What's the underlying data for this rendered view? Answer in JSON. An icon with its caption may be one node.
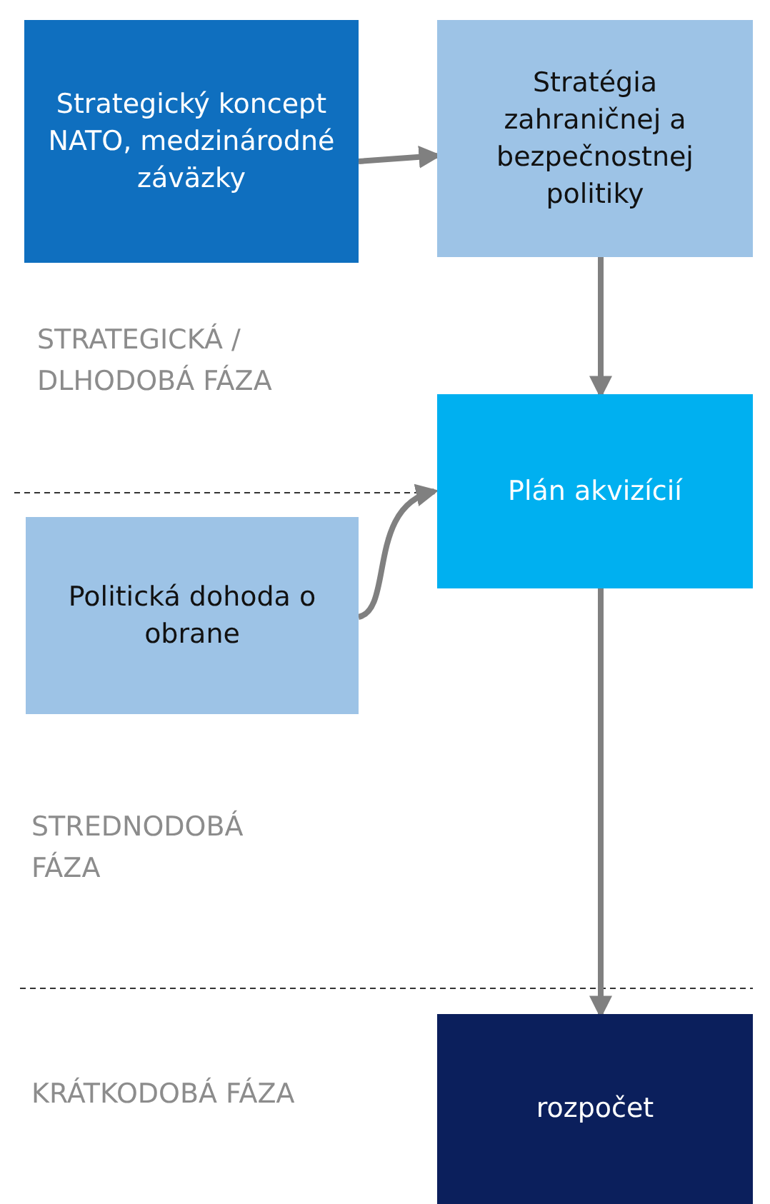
{
  "diagram": {
    "nodes": [
      {
        "text": [
          "Strategický koncept NATO, medzinárodné záväzky"
        ]
      },
      {
        "text": [
          "Stratégia zahraničnej a bezpečnostnej politiky"
        ]
      },
      {
        "text": [
          "Plán akvizícií"
        ]
      },
      {
        "text": [
          "Politická dohoda o obrane"
        ]
      },
      {
        "text": [
          "rozpočet"
        ]
      }
    ],
    "edges": [
      {
        "from": 0,
        "to": 1,
        "arrow": "to"
      },
      {
        "from": 1,
        "to": 2,
        "arrow": "to"
      },
      {
        "from": 3,
        "to": 2,
        "arrow": "to"
      },
      {
        "from": 2,
        "to": 4,
        "arrow": "to"
      }
    ],
    "labels": [
      "STRATEGICKÁ / DLHODOBÁ FÁZA",
      "STREDNODOBÁ FÁZA",
      "KRÁTKODOBÁ FÁZA"
    ]
  }
}
